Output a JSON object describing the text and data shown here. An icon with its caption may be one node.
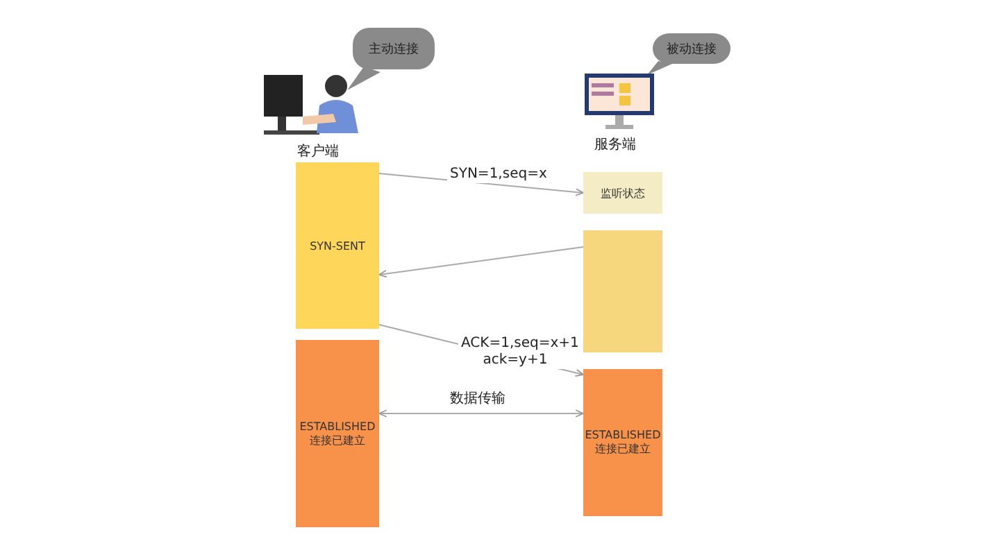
{
  "diagram": {
    "nodes": [
      {
        "text": [
          "主动连接"
        ]
      },
      {
        "text": [],
        "shape": "picture",
        "beside": [
          "客户端"
        ]
      },
      {
        "text": [
          "被动连接"
        ]
      },
      {
        "text": [],
        "shape": "picture",
        "beside": [
          "服务端"
        ]
      },
      {
        "text": [
          "SYN-SENT"
        ]
      },
      {
        "text": [
          "ESTABLISHED",
          "连接已建立"
        ]
      },
      {
        "text": [
          "监听状态"
        ]
      },
      {
        "text": [],
        "shape": "box"
      },
      {
        "text": [
          "ESTABLISHED",
          "连接已建立"
        ]
      }
    ],
    "edges": [
      {
        "from": 4,
        "to": 6,
        "arrow": "to",
        "label": "SYN=1,seq=x"
      },
      {
        "from": 7,
        "to": 4,
        "arrow": "to"
      },
      {
        "from": 4,
        "to": 8,
        "arrow": "to",
        "label": "ACK=1,seq=x+1 ack=y+1"
      },
      {
        "from": 5,
        "to": 8,
        "arrow": "both",
        "label": "数据传输"
      }
    ]
  }
}
